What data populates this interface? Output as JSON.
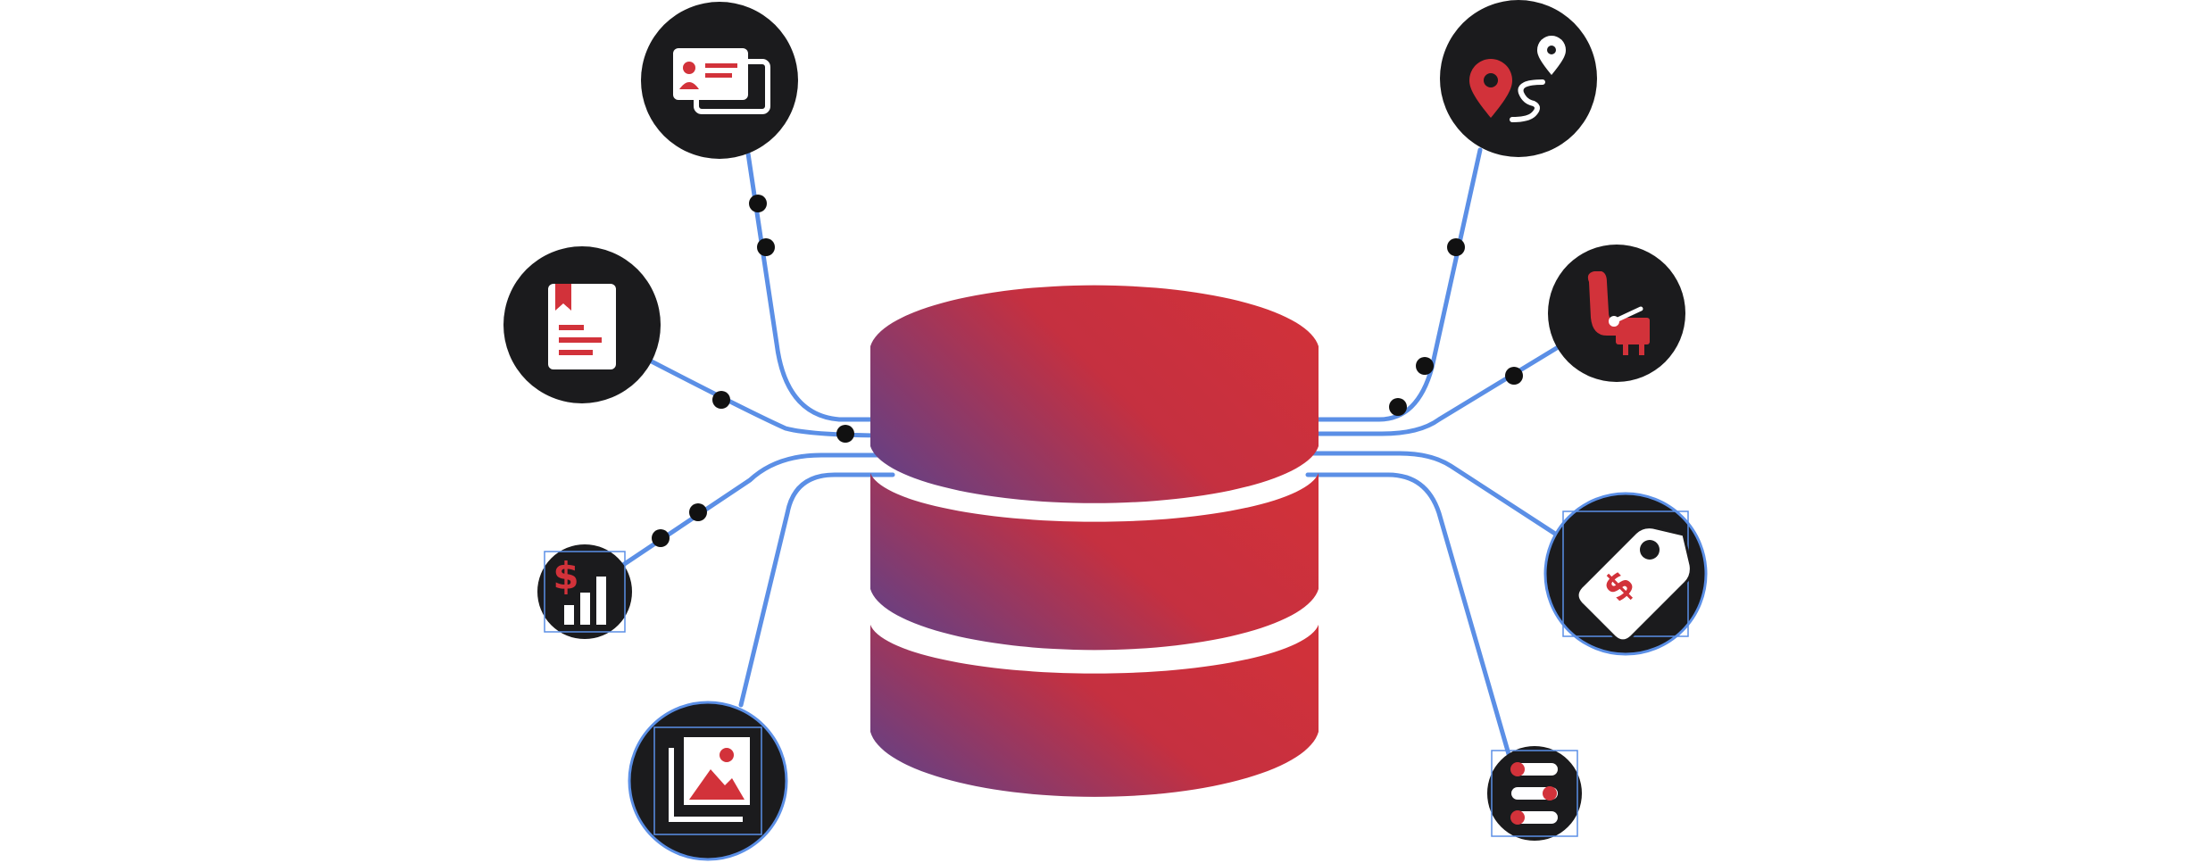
{
  "colors": {
    "background": "#ffffff",
    "connector": "#5b8fe6",
    "node_fill": "#1b1b1d",
    "node_ring": "#5b8fe6",
    "dot": "#111111",
    "accent_red": "#d2323a",
    "icon_white": "#ffffff",
    "db_gradient_start": "#6b3f80",
    "db_gradient_mid": "#c53040",
    "db_gradient_end": "#d0313a"
  },
  "central_node": {
    "icon": "database-icon",
    "layers": 3
  },
  "nodes": [
    {
      "id": "contacts",
      "icon": "id-card-icon",
      "side": "left"
    },
    {
      "id": "documents",
      "icon": "bookmarked-document-icon",
      "side": "left"
    },
    {
      "id": "finance",
      "icon": "dollar-bar-chart-icon",
      "side": "left"
    },
    {
      "id": "media",
      "icon": "image-gallery-icon",
      "side": "left"
    },
    {
      "id": "routes",
      "icon": "route-map-pin-icon",
      "side": "right"
    },
    {
      "id": "seating",
      "icon": "seat-icon",
      "side": "right"
    },
    {
      "id": "pricing",
      "icon": "price-tag-icon",
      "side": "right"
    },
    {
      "id": "settings",
      "icon": "toggle-list-icon",
      "side": "right"
    }
  ]
}
